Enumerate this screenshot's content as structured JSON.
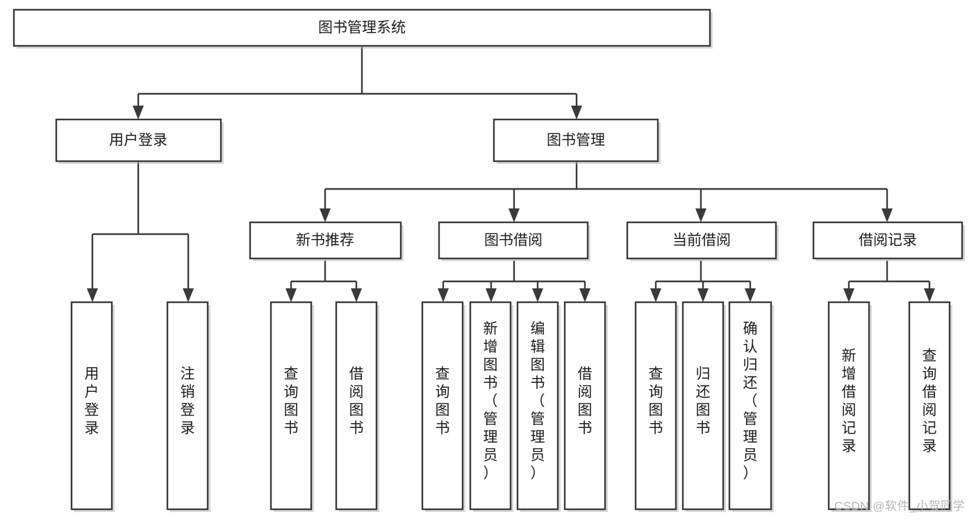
{
  "diagram": {
    "type": "tree-flowchart",
    "title_node": {
      "id": "root",
      "label": "图书管理系统"
    },
    "levels": [
      {
        "level": 1,
        "nodes": [
          {
            "id": "root",
            "label": "图书管理系统",
            "orientation": "horizontal"
          }
        ]
      },
      {
        "level": 2,
        "nodes": [
          {
            "id": "login",
            "label": "用户登录",
            "orientation": "horizontal",
            "parent": "root"
          },
          {
            "id": "bookmgmt",
            "label": "图书管理",
            "orientation": "horizontal",
            "parent": "root"
          }
        ]
      },
      {
        "level": 3,
        "nodes": [
          {
            "id": "newbook",
            "label": "新书推荐",
            "orientation": "horizontal",
            "parent": "bookmgmt"
          },
          {
            "id": "borrow",
            "label": "图书借阅",
            "orientation": "horizontal",
            "parent": "bookmgmt"
          },
          {
            "id": "current",
            "label": "当前借阅",
            "orientation": "horizontal",
            "parent": "bookmgmt"
          },
          {
            "id": "records",
            "label": "借阅记录",
            "orientation": "horizontal",
            "parent": "bookmgmt"
          }
        ]
      },
      {
        "level": 4,
        "nodes": [
          {
            "id": "leaf-1",
            "label": "用户登录",
            "orientation": "vertical",
            "parent": "login"
          },
          {
            "id": "leaf-2",
            "label": "注销登录",
            "orientation": "vertical",
            "parent": "login"
          },
          {
            "id": "leaf-3",
            "label": "查询图书",
            "orientation": "vertical",
            "parent": "newbook"
          },
          {
            "id": "leaf-4",
            "label": "借阅图书",
            "orientation": "vertical",
            "parent": "newbook"
          },
          {
            "id": "leaf-5",
            "label": "查询图书",
            "orientation": "vertical",
            "parent": "borrow"
          },
          {
            "id": "leaf-6",
            "label": "新增图书（管理员）",
            "orientation": "vertical",
            "parent": "borrow"
          },
          {
            "id": "leaf-7",
            "label": "编辑图书（管理员）",
            "orientation": "vertical",
            "parent": "borrow"
          },
          {
            "id": "leaf-8",
            "label": "借阅图书",
            "orientation": "vertical",
            "parent": "borrow"
          },
          {
            "id": "leaf-9",
            "label": "查询图书",
            "orientation": "vertical",
            "parent": "current"
          },
          {
            "id": "leaf-10",
            "label": "归还图书",
            "orientation": "vertical",
            "parent": "current"
          },
          {
            "id": "leaf-11",
            "label": "确认归还（管理员）",
            "orientation": "vertical",
            "parent": "current"
          },
          {
            "id": "leaf-12",
            "label": "新增借阅记录",
            "orientation": "vertical",
            "parent": "records"
          },
          {
            "id": "leaf-13",
            "label": "查询借阅记录",
            "orientation": "vertical",
            "parent": "records"
          }
        ]
      }
    ],
    "colors": {
      "box_fill": "#ffffff",
      "box_stroke": "#3a3a3a",
      "text": "#1b1b1b",
      "watermark": "#b4b4b4",
      "background": "#ffffff"
    }
  },
  "watermark": {
    "text": "CSDN @软件_小贺同学"
  }
}
